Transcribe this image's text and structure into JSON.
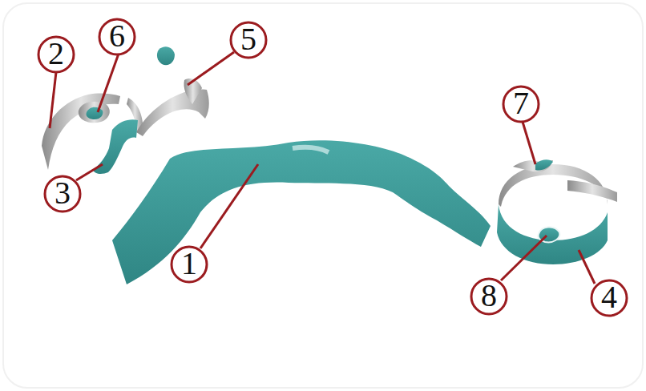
{
  "diagram": {
    "labels": [
      "6",
      "5",
      "2",
      "7",
      "3",
      "1",
      "8",
      "4"
    ]
  }
}
